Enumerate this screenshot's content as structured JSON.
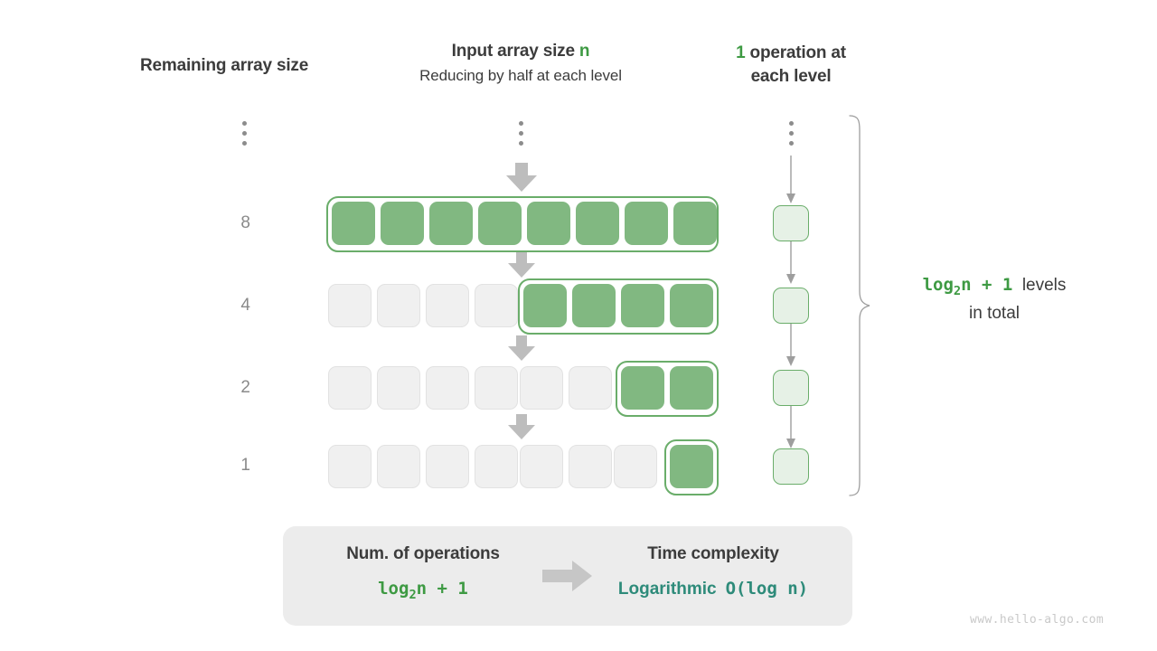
{
  "headers": {
    "left": "Remaining array size",
    "middle_title_prefix": "Input array size ",
    "middle_title_var": "n",
    "middle_subtitle": "Reducing by half at each level",
    "right_count": "1",
    "right_text_line1": " operation at",
    "right_text_line2": "each level"
  },
  "colors": {
    "green_fill": "#81b881",
    "green_border": "#6aad6a",
    "green_text": "#3e9a43",
    "teal_text": "#2e8b7a",
    "empty_cell": "#f0f0f0",
    "arrow_gray": "#bdbdbd",
    "label_gray": "#8a8a8a",
    "panel_gray": "#ececec"
  },
  "diagram": {
    "total_cells": 8,
    "ellipsis_icon": "vertical-ellipsis",
    "rows": [
      {
        "label": "8",
        "filled": 8,
        "start_index": 0
      },
      {
        "label": "4",
        "filled": 4,
        "start_index": 4
      },
      {
        "label": "2",
        "filled": 2,
        "start_index": 6
      },
      {
        "label": "1",
        "filled": 1,
        "start_index": 7
      }
    ]
  },
  "brace": {
    "formula": "log₂n + 1",
    "formula_base": "log",
    "formula_sub": "2",
    "formula_rest": "n + 1",
    "label_word": "levels",
    "label_line2": "in total"
  },
  "summary": {
    "left_title": "Num. of operations",
    "left_value_base": "log",
    "left_value_sub": "2",
    "left_value_rest": "n + 1",
    "arrow_icon": "arrow-right-icon",
    "right_title": "Time complexity",
    "right_value_word": "Logarithmic",
    "right_value_notation": "O(log n)"
  },
  "watermark": "www.hello-algo.com"
}
